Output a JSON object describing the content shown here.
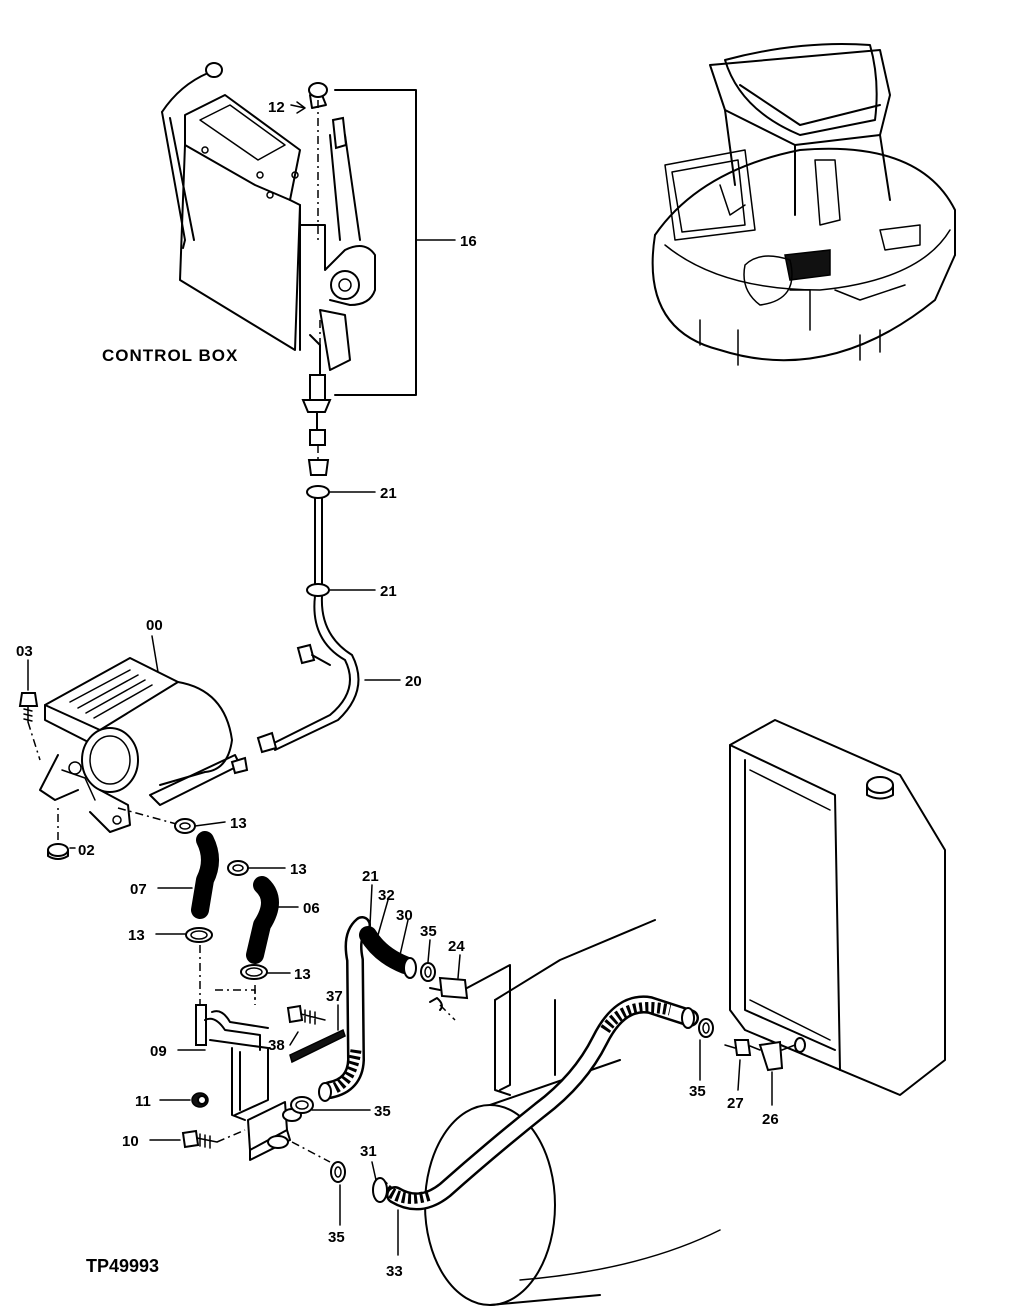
{
  "figure": {
    "reference": "TP49993",
    "caption_control_box": "CONTROL BOX"
  },
  "callouts": {
    "c00": "00",
    "c02": "02",
    "c03": "03",
    "c06": "06",
    "c07": "07",
    "c09": "09",
    "c10": "10",
    "c11": "11",
    "c12": "12",
    "c13a": "13",
    "c13b": "13",
    "c13c": "13",
    "c13d": "13",
    "c16": "16",
    "c20": "20",
    "c21a": "21",
    "c21b": "21",
    "c21c": "21",
    "c24": "24",
    "c26": "26",
    "c27": "27",
    "c30": "30",
    "c31": "31",
    "c32": "32",
    "c33": "33",
    "c35a": "35",
    "c35b": "35",
    "c35c": "35",
    "c35d": "35",
    "c37": "37",
    "c38": "38"
  }
}
